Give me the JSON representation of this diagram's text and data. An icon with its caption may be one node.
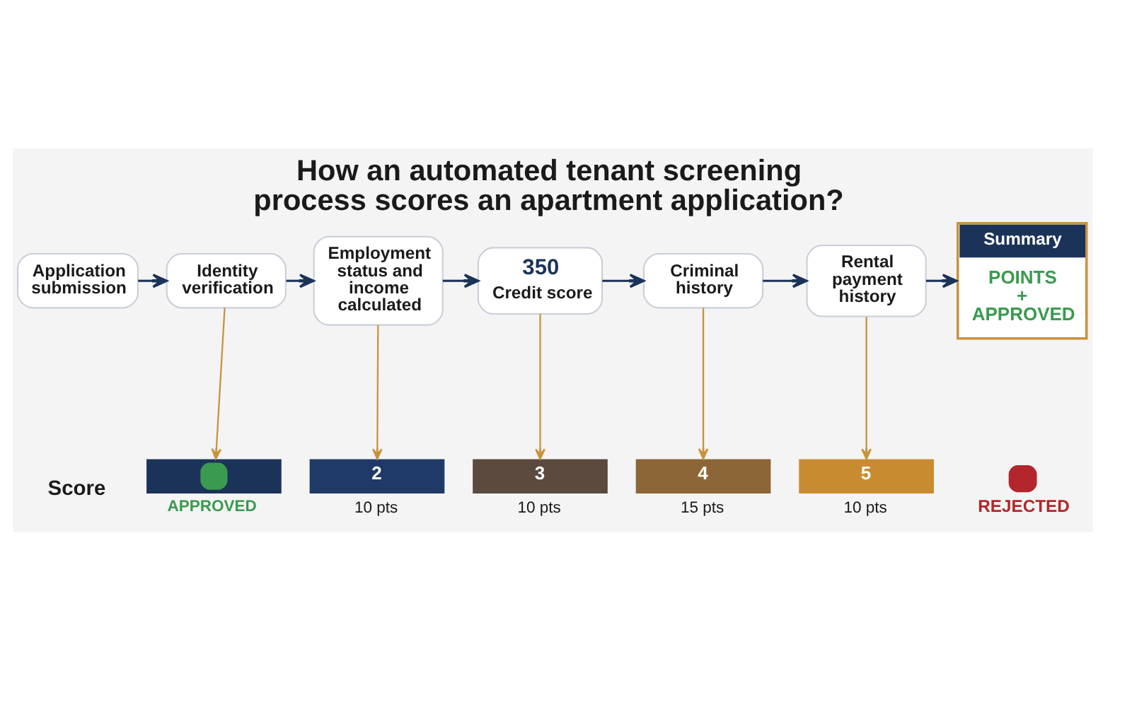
{
  "diagram": {
    "title": "How an automated tenant screening process scores an apartment application?",
    "nodes": [
      {
        "text": [
          "Application submission"
        ]
      },
      {
        "text": [
          "Identity verification"
        ]
      },
      {
        "text": [
          "Employment status and income calculated"
        ]
      },
      {
        "text": [
          "350",
          "Credit score"
        ]
      },
      {
        "text": [
          "Criminal history"
        ]
      },
      {
        "text": [
          "Rental payment history"
        ]
      },
      {
        "text": [
          "Summary",
          "POINTS + APPROVED"
        ]
      },
      {
        "text": [],
        "shape": "bar",
        "beside": [
          "APPROVED"
        ]
      },
      {
        "text": [
          "2"
        ],
        "beside": [
          "10 pts"
        ]
      },
      {
        "text": [
          "3"
        ],
        "beside": [
          "10 pts"
        ]
      },
      {
        "text": [
          "4"
        ],
        "beside": [
          "15 pts"
        ]
      },
      {
        "text": [
          "5"
        ],
        "beside": [
          "10 pts"
        ]
      }
    ],
    "edges": [
      {
        "from": 0,
        "to": 1,
        "arrow": "to"
      },
      {
        "from": 1,
        "to": 2,
        "arrow": "to"
      },
      {
        "from": 2,
        "to": 3,
        "arrow": "to"
      },
      {
        "from": 3,
        "to": 4,
        "arrow": "to"
      },
      {
        "from": 4,
        "to": 5,
        "arrow": "to"
      },
      {
        "from": 5,
        "to": 6,
        "arrow": "to"
      },
      {
        "from": 1,
        "to": 7,
        "arrow": "to",
        "color": "#c8923c"
      },
      {
        "from": 2,
        "to": 8,
        "arrow": "to",
        "color": "#c8923c"
      },
      {
        "from": 3,
        "to": 9,
        "arrow": "to",
        "color": "#c8923c"
      },
      {
        "from": 4,
        "to": 10,
        "arrow": "to",
        "color": "#c8923c"
      },
      {
        "from": 5,
        "to": 11,
        "arrow": "to",
        "color": "#c8923c"
      }
    ],
    "labels": [
      "Score",
      "REJECTED"
    ]
  }
}
